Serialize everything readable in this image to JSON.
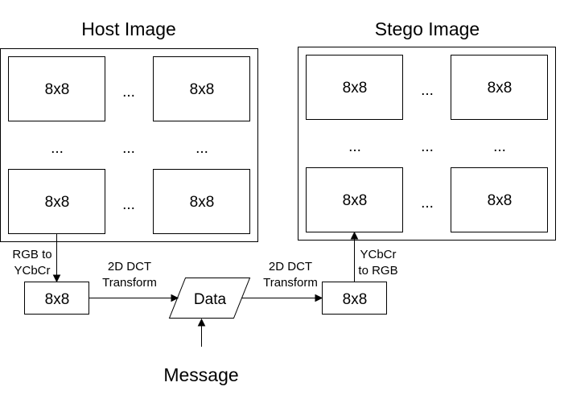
{
  "host": {
    "title": "Host Image",
    "block_label": "8x8",
    "ellipsis": "..."
  },
  "stego": {
    "title": "Stego Image",
    "block_label": "8x8",
    "ellipsis": "..."
  },
  "pipeline": {
    "host_block_label": "8x8",
    "data_label": "Data",
    "stego_block_label": "8x8",
    "message_label": "Message"
  },
  "edges": {
    "rgb_to_ycbcr": [
      "RGB to",
      "YCbCr"
    ],
    "dct_forward": [
      "2D DCT",
      "Transform"
    ],
    "dct_second": [
      "2D DCT",
      "Transform"
    ],
    "ycbcr_to_rgb": [
      "YCbCr",
      "to RGB"
    ]
  }
}
